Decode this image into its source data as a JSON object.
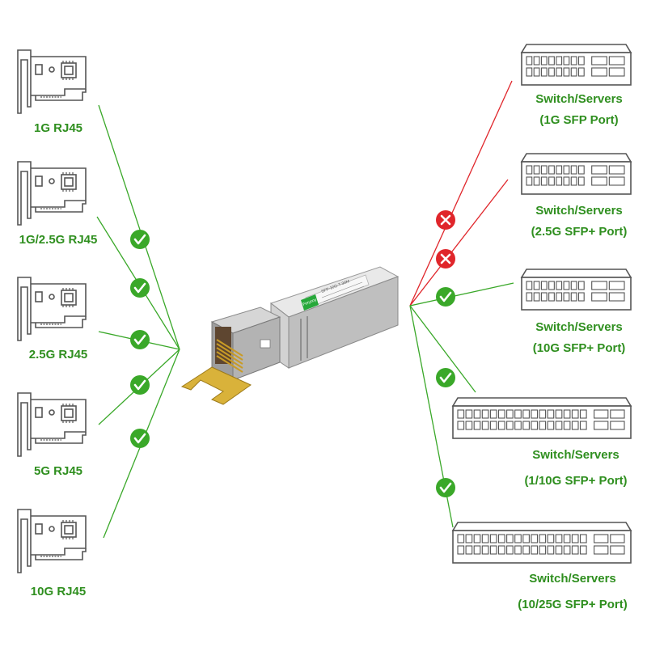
{
  "colors": {
    "label": "#2f8f1f",
    "compatible_line": "#3aa829",
    "incompatible_line": "#e0262b",
    "check_badge": "#3aa829",
    "cross_badge": "#e0262b",
    "device_outline": "#555555",
    "gold": "#d9b23a"
  },
  "module": {
    "brand_label": "Ferycoy",
    "part_text": "SFP-10G-T-30M"
  },
  "nics": [
    {
      "label": "1G RJ45",
      "status": "compatible"
    },
    {
      "label": "1G/2.5G RJ45",
      "status": "compatible"
    },
    {
      "label": "2.5G RJ45",
      "status": "compatible"
    },
    {
      "label": "5G RJ45",
      "status": "compatible"
    },
    {
      "label": "10G RJ45",
      "status": "compatible"
    }
  ],
  "switches": [
    {
      "line1": "Switch/Servers",
      "line2": "(1G SFP Port)",
      "status": "incompatible"
    },
    {
      "line1": "Switch/Servers",
      "line2": "(2.5G SFP+ Port)",
      "status": "incompatible"
    },
    {
      "line1": "Switch/Servers",
      "line2": "(10G SFP+ Port)",
      "status": "compatible"
    },
    {
      "line1": "Switch/Servers",
      "line2": "(1/10G SFP+ Port)",
      "status": "compatible"
    },
    {
      "line1": "Switch/Servers",
      "line2": "(10/25G SFP+ Port)",
      "status": "compatible"
    }
  ],
  "icons": {
    "check": "check-icon",
    "cross": "cross-icon",
    "nic": "network-card-icon",
    "switch": "network-switch-icon",
    "module": "rj45-sfp-module-icon"
  }
}
